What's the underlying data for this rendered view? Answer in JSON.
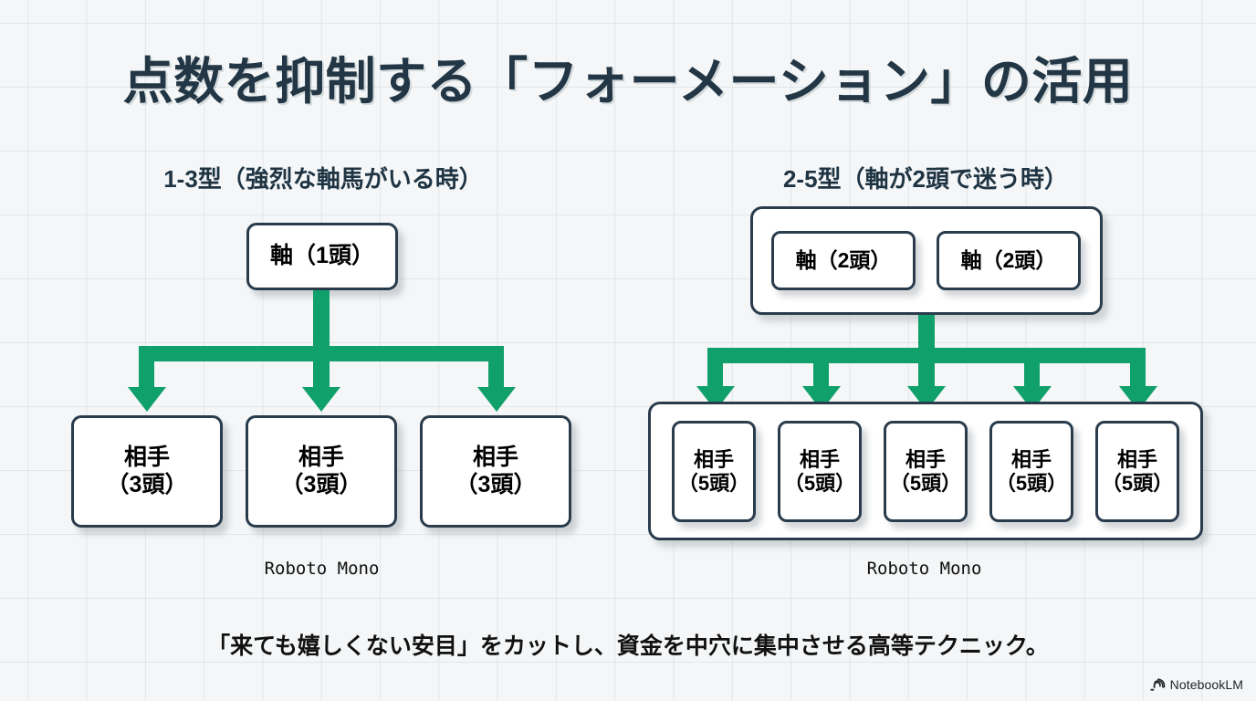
{
  "slide": {
    "title": "点数を抑制する「フォーメーション」の活用",
    "caption": "「来ても嬉しくない安目」をカットし、資金を中穴に集中させる高等テクニック。",
    "background_color": "#f4f6f7",
    "accent_color": "#10a06b",
    "border_color": "#2a3c4c",
    "title_color": "#223645"
  },
  "diagrams": [
    {
      "heading": "1-3型（強烈な軸馬がいる時）",
      "mono_label": "Roboto Mono",
      "anchor": {
        "label": "軸（1頭）"
      },
      "partners": [
        {
          "line1": "相手",
          "line2": "（3頭）"
        },
        {
          "line1": "相手",
          "line2": "（3頭）"
        },
        {
          "line1": "相手",
          "line2": "（3頭）"
        }
      ]
    },
    {
      "heading": "2-5型（軸が2頭で迷う時）",
      "mono_label": "Roboto Mono",
      "anchors": [
        {
          "label": "軸（2頭）"
        },
        {
          "label": "軸（2頭）"
        }
      ],
      "partners": [
        {
          "line1": "相手",
          "line2": "（5頭）"
        },
        {
          "line1": "相手",
          "line2": "（5頭）"
        },
        {
          "line1": "相手",
          "line2": "（5頭）"
        },
        {
          "line1": "相手",
          "line2": "（5頭）"
        },
        {
          "line1": "相手",
          "line2": "（5頭）"
        }
      ]
    }
  ],
  "watermark": {
    "label": "NotebookLM",
    "icon": "notebooklm-icon"
  }
}
